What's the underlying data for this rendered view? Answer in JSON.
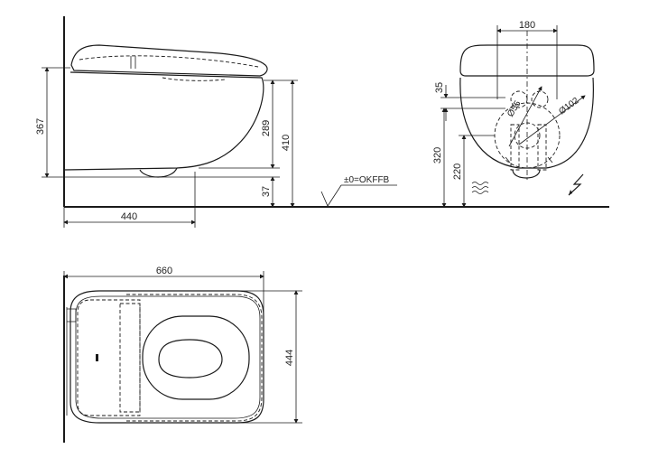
{
  "side_view": {
    "height_total": "367",
    "bowl_height": "289",
    "rim_height": "410",
    "outlet_height": "37",
    "depth_to_outlet": "440",
    "floor_label": "±0=OKFFB"
  },
  "front_view": {
    "spacing": "180",
    "top_offset": "35",
    "water_height": "320",
    "power_height": "220",
    "pipe_small": "Ø55",
    "pipe_large": "Ø102"
  },
  "top_view": {
    "length": "660",
    "width": "444"
  }
}
